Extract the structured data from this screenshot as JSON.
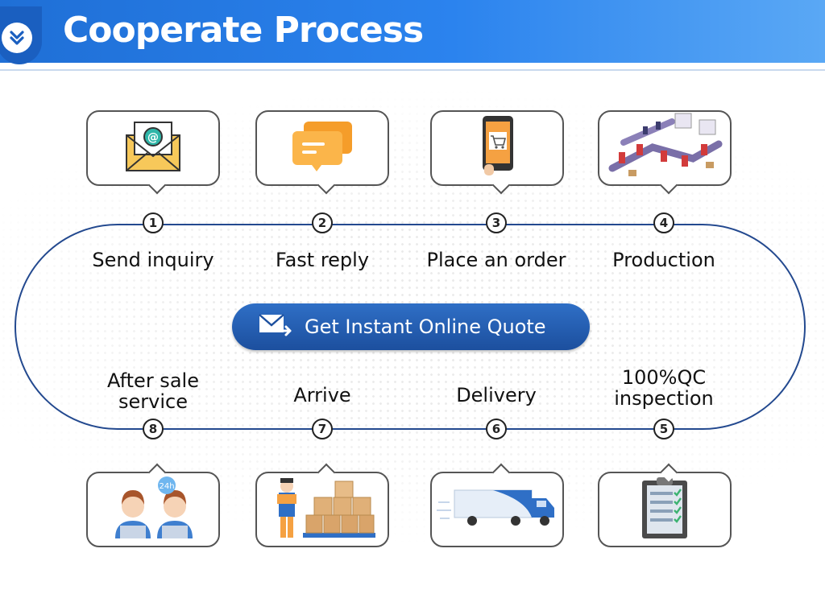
{
  "header": {
    "title": "Cooperate Process"
  },
  "quote_button": {
    "label": "Get Instant Online Quote"
  },
  "steps": [
    {
      "num": "1",
      "label": "Send inquiry",
      "icon": "email-envelope-icon"
    },
    {
      "num": "2",
      "label": "Fast reply",
      "icon": "chat-bubbles-icon"
    },
    {
      "num": "3",
      "label": "Place an order",
      "icon": "phone-cart-icon"
    },
    {
      "num": "4",
      "label": "Production",
      "icon": "factory-line-icon"
    },
    {
      "num": "5",
      "label_line1": "100%QC",
      "label_line2": "inspection",
      "icon": "checklist-clipboard-icon"
    },
    {
      "num": "6",
      "label": "Delivery",
      "icon": "delivery-truck-icon"
    },
    {
      "num": "7",
      "label": "Arrive",
      "icon": "worker-boxes-icon"
    },
    {
      "num": "8",
      "label_line1": "After sale",
      "label_line2": "service",
      "icon": "support-agents-icon",
      "badge": "24h"
    }
  ],
  "colors": {
    "header": "#2b83ee",
    "loop": "#23498f",
    "button": "#1c4f9e",
    "accent_orange": "#f6a43a"
  }
}
